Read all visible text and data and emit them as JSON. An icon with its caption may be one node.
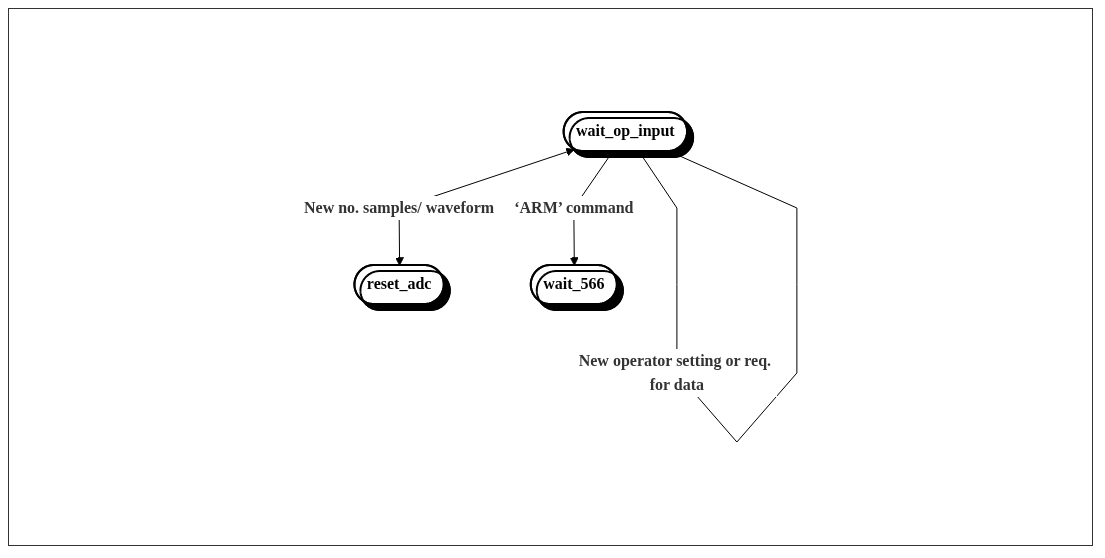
{
  "diagram": {
    "nodes": [
      {
        "text": [
          "wait_op_input"
        ]
      },
      {
        "text": [
          "reset_adc"
        ]
      },
      {
        "text": [
          "wait_566"
        ]
      }
    ],
    "edges": [
      {
        "from": 0,
        "to": 0,
        "arrow": "to",
        "label": "New operator setting or req. for data"
      },
      {
        "from": 0,
        "to": 1,
        "arrow": "both",
        "label": "New no. samples/ waveform"
      },
      {
        "from": 0,
        "to": 2,
        "arrow": "to",
        "label": "‘ARM’ command"
      }
    ]
  }
}
